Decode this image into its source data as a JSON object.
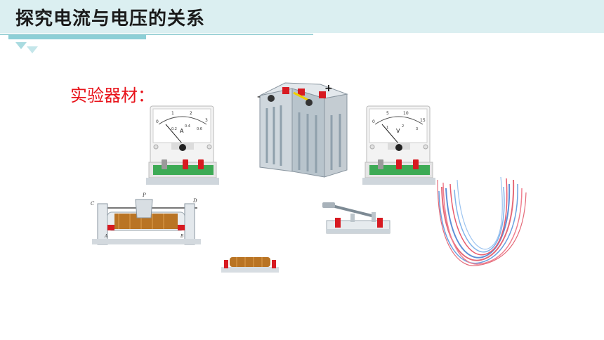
{
  "slide": {
    "title": "探究电流与电压的关系",
    "materials_label": "实验器材："
  },
  "ammeter": {
    "unit": "A",
    "ticks": [
      "0",
      "1",
      "2",
      "3",
      "0.2",
      "0.4",
      "0.6"
    ]
  },
  "voltmeter": {
    "unit": "V",
    "ticks": [
      "0",
      "5",
      "10",
      "15",
      "1",
      "2",
      "3"
    ]
  },
  "battery": {
    "neg_label": "-",
    "pos_label": "+"
  },
  "rheostat": {
    "labels": [
      "C",
      "P",
      "D",
      "A",
      "B"
    ]
  },
  "colors": {
    "header_bg": "#dbeff1",
    "accent": "#8ccfd6",
    "label_red": "#e8141b"
  }
}
